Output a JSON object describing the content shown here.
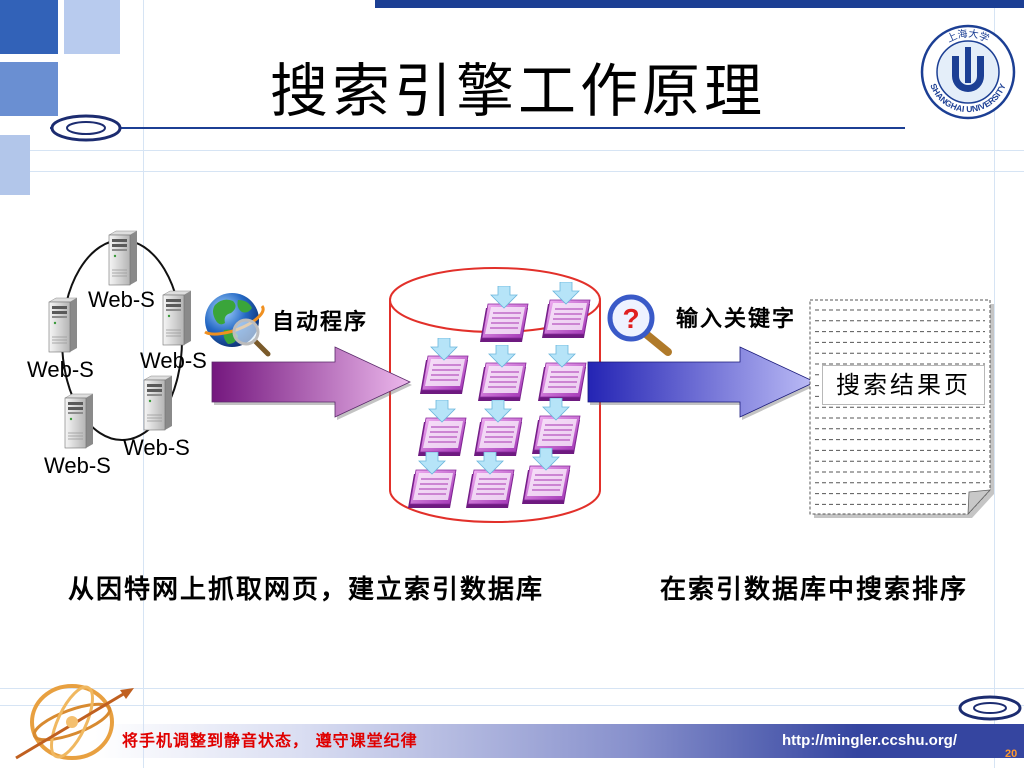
{
  "slide": {
    "title": "搜索引擎工作原理",
    "page_number": "20"
  },
  "logo": {
    "name_zh": "上海大学",
    "name_en": "SHANGHAI UNIVERSITY"
  },
  "servers": {
    "labels": [
      "Web-S",
      "Web-S",
      "Web-S",
      "Web-S",
      "Web-S"
    ]
  },
  "diagram": {
    "crawler_label": "自动程序",
    "keyword_label": "输入关键字",
    "question_glyph": "?",
    "result_label": "搜索结果页"
  },
  "captions": {
    "left": "从因特网上抓取网页，建立索引数据库",
    "right": "在索引数据库中搜索排序"
  },
  "footer": {
    "notice": "将手机调整到静音状态， 遵守课堂纪律",
    "url": "http://mingler.ccshu.org/"
  },
  "icons": {
    "server": "server-icon",
    "crawler": "globe-magnifier-icon",
    "indexed_page": "document-download-icon",
    "keyword": "question-magnifier-icon",
    "result": "document-page-icon",
    "logo": "university-seal-icon",
    "ornament": "armillary-sphere-icon"
  },
  "colors": {
    "title_rule": "#1c3f94",
    "cylinder": "#e2302a",
    "crawl_start": "#74177e",
    "crawl_end": "#ecb8ec",
    "search_start": "#2424b4",
    "search_end": "#bcbcf6",
    "notice": "#e00000",
    "footer_bar": "#3545a0"
  }
}
